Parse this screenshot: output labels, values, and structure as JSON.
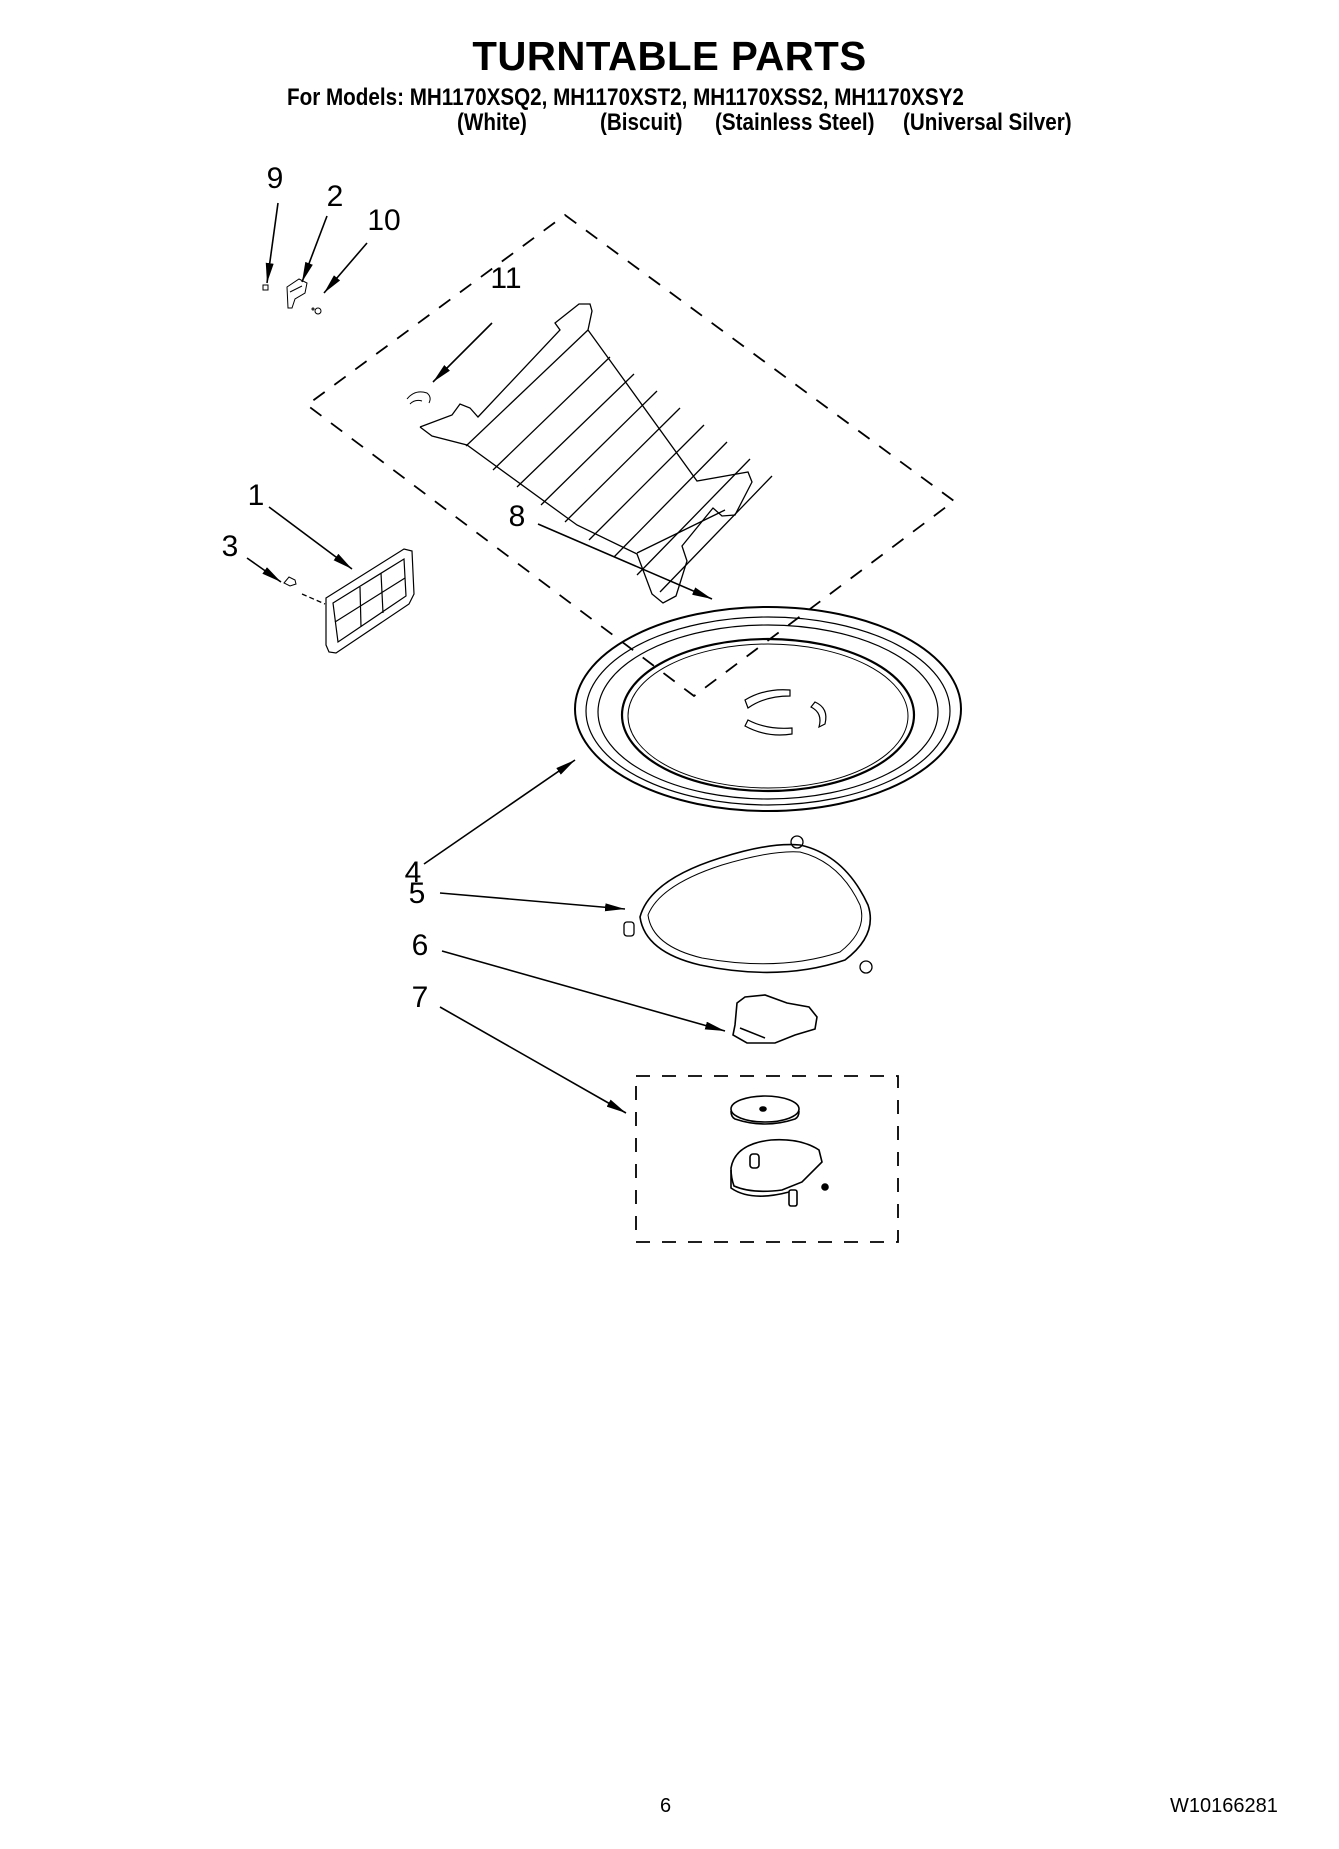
{
  "header": {
    "title": "TURNTABLE PARTS",
    "models_line": "For Models: MH1170XSQ2, MH1170XST2, MH1170XSS2, MH1170XSY2",
    "models": [
      {
        "model": "MH1170XSQ2",
        "color": "(White)"
      },
      {
        "model": "MH1170XST2",
        "color": "(Biscuit)"
      },
      {
        "model": "MH1170XSS2",
        "color": "(Stainless Steel)"
      },
      {
        "model": "MH1170XSY2",
        "color": "(Universal Silver)"
      }
    ]
  },
  "diagram": {
    "callouts": [
      {
        "id": "9",
        "label": "9"
      },
      {
        "id": "2",
        "label": "2"
      },
      {
        "id": "10",
        "label": "10"
      },
      {
        "id": "11",
        "label": "11"
      },
      {
        "id": "8",
        "label": "8"
      },
      {
        "id": "1",
        "label": "1"
      },
      {
        "id": "3",
        "label": "3"
      },
      {
        "id": "4",
        "label": "4"
      },
      {
        "id": "5",
        "label": "5"
      },
      {
        "id": "6",
        "label": "6"
      },
      {
        "id": "7",
        "label": "7"
      }
    ],
    "parts": [
      {
        "callout": "1",
        "icon": "mesh-cover-icon"
      },
      {
        "callout": "2",
        "icon": "bracket-icon"
      },
      {
        "callout": "3",
        "icon": "screw-icon"
      },
      {
        "callout": "4",
        "icon": "glass-tray-icon"
      },
      {
        "callout": "5",
        "icon": "roller-ring-icon"
      },
      {
        "callout": "6",
        "icon": "coupler-icon"
      },
      {
        "callout": "7",
        "icon": "motor-assembly-icon"
      },
      {
        "callout": "8",
        "icon": "wire-rack-icon"
      },
      {
        "callout": "9",
        "icon": "small-screw-icon"
      },
      {
        "callout": "10",
        "icon": "washer-icon"
      },
      {
        "callout": "11",
        "icon": "clip-icon"
      }
    ]
  },
  "footer": {
    "page_number": "6",
    "document_number": "W10166281"
  }
}
